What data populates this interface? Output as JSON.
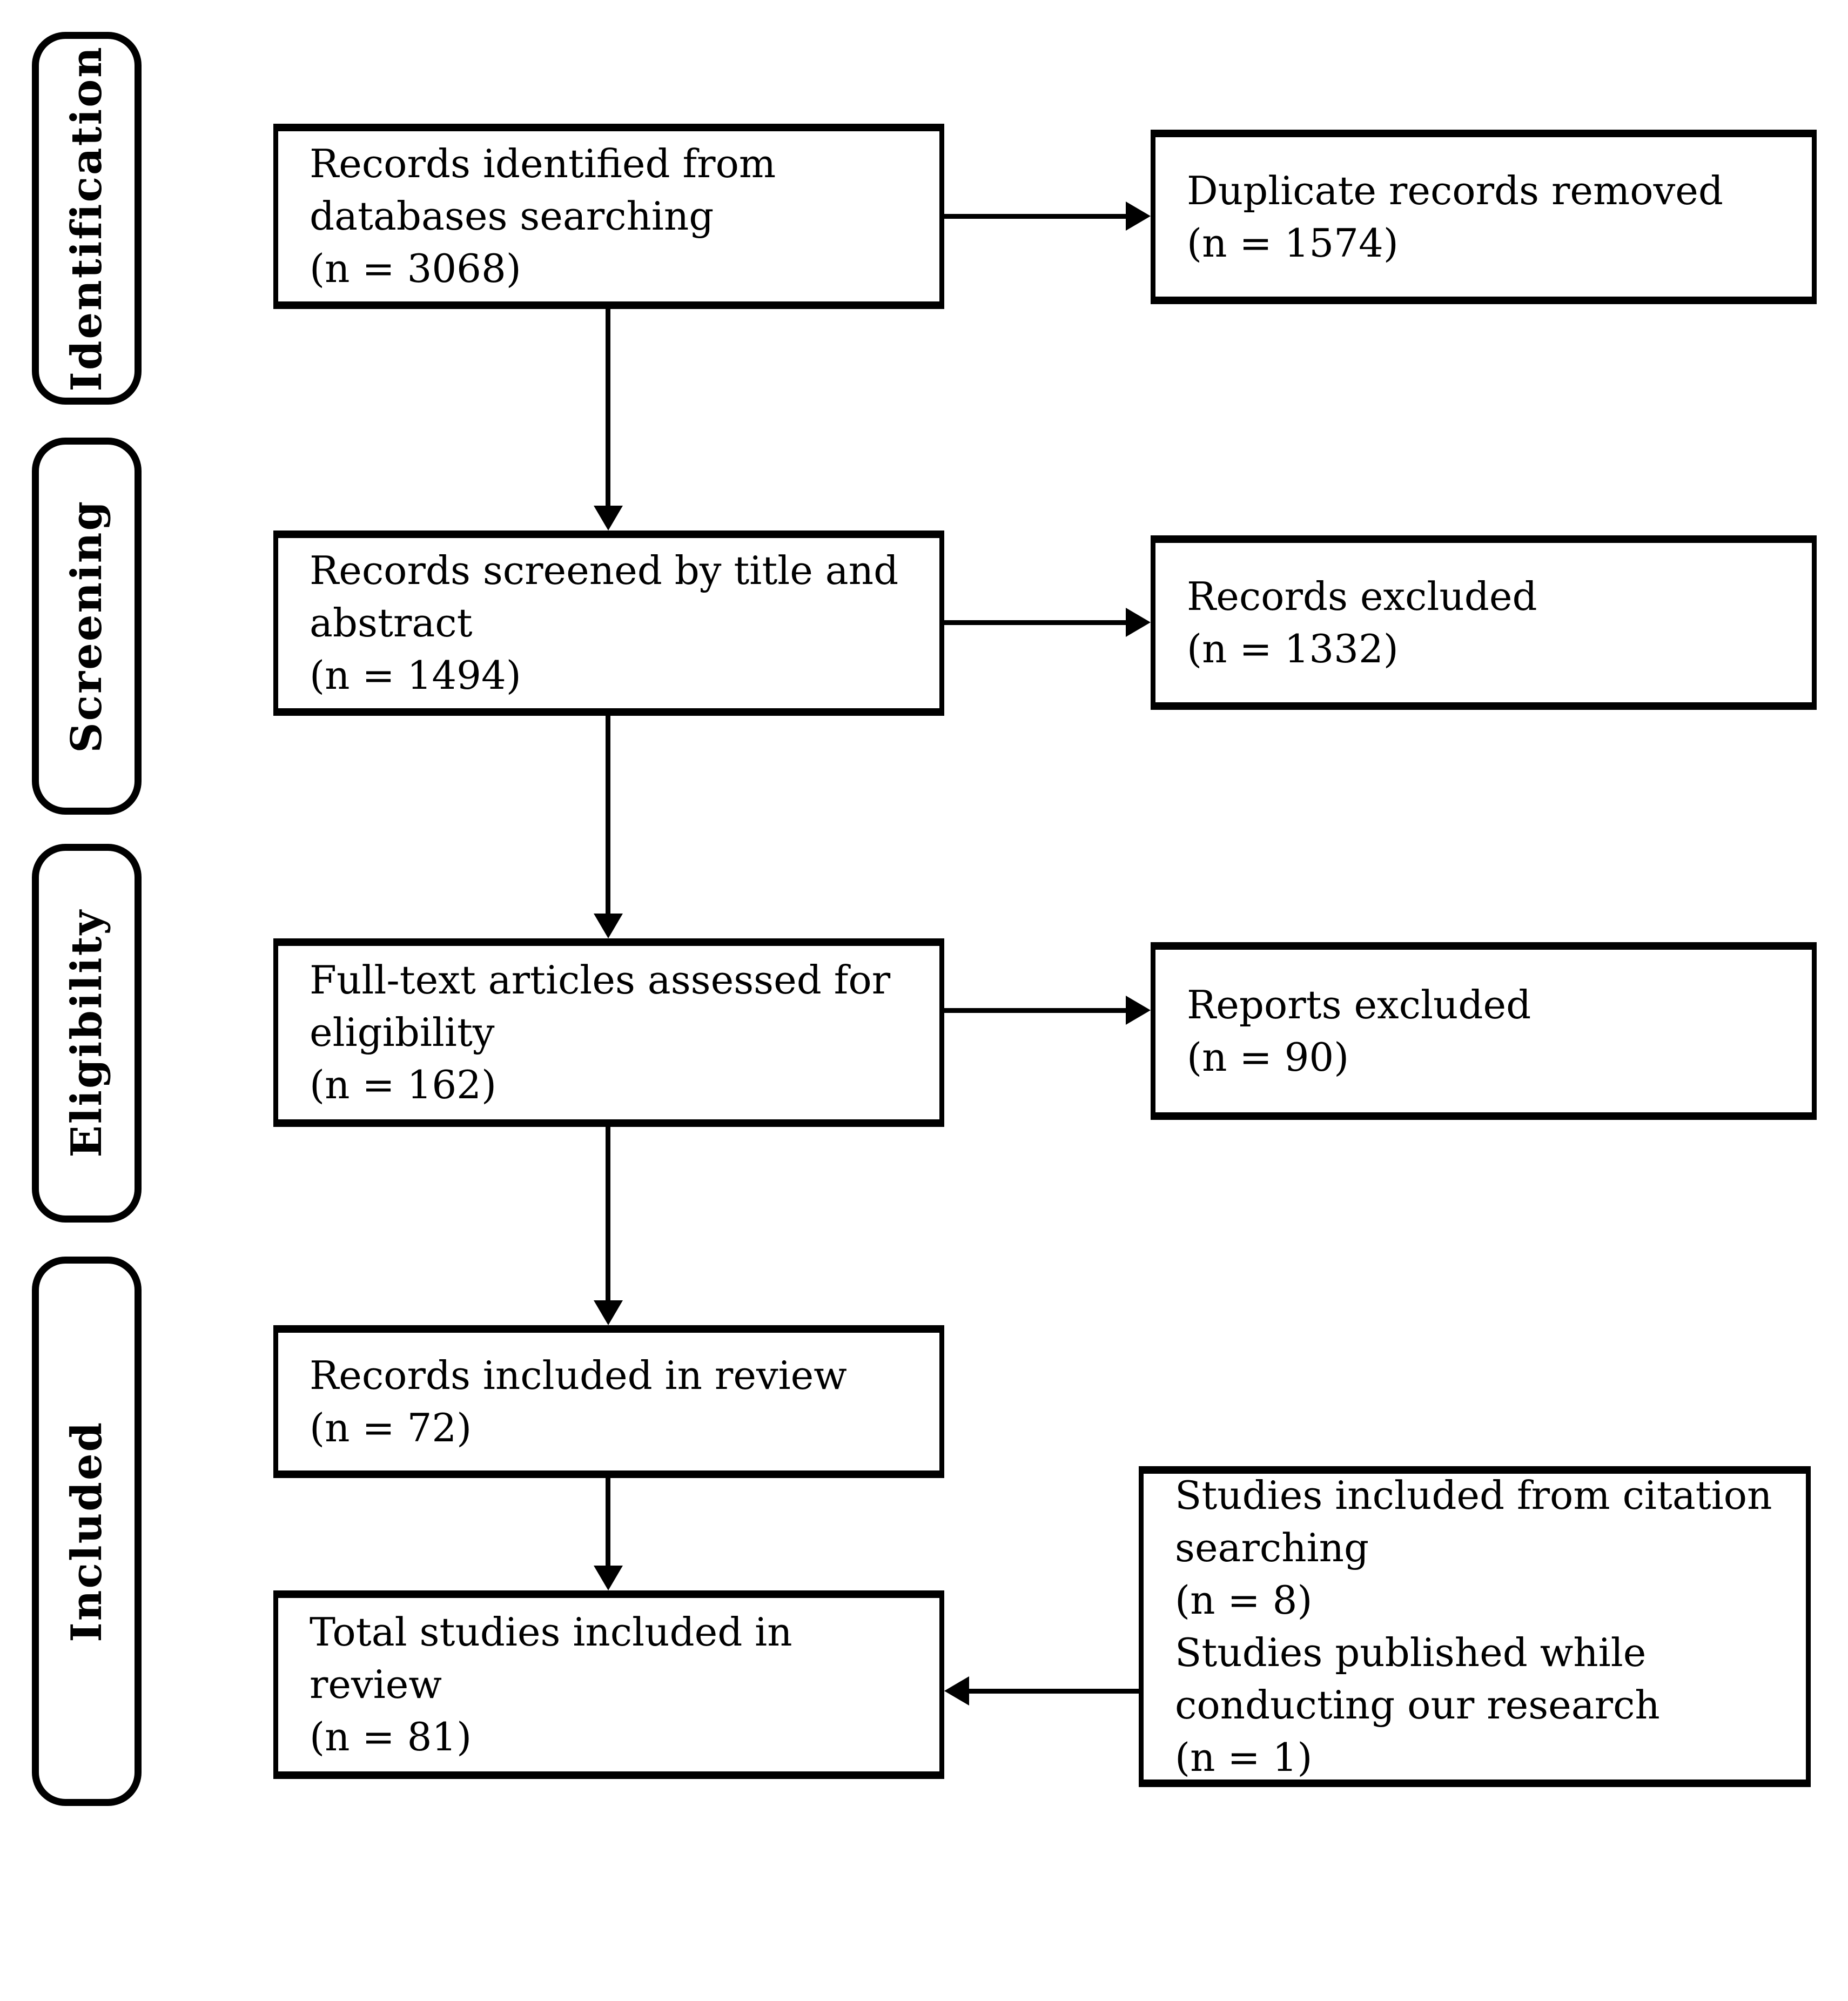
{
  "diagram": {
    "stage_labels": [
      "Identification",
      "Screening",
      "Eligibility",
      "Included"
    ],
    "main_boxes": [
      {
        "name": "records-identified",
        "text": "Records identified from\ndatabases searching\n(n = 3068)"
      },
      {
        "name": "records-screened",
        "text": "Records screened by title and\nabstract\n(n = 1494)"
      },
      {
        "name": "fulltext-assessed",
        "text": "Full-text articles assessed for\neligibility\n(n = 162)"
      },
      {
        "name": "records-included",
        "text": "Records included in review\n(n = 72)"
      },
      {
        "name": "total-included",
        "text": "Total studies included in review\n(n = 81)"
      }
    ],
    "side_boxes": [
      {
        "name": "duplicates-removed",
        "text": "Duplicate records removed\n(n = 1574)"
      },
      {
        "name": "records-excluded",
        "text": "Records excluded\n(n = 1332)"
      },
      {
        "name": "reports-excluded",
        "text": "Reports excluded\n(n = 90)"
      },
      {
        "name": "citation-and-new-studies",
        "text": "Studies included from citation\nsearching\n(n = 8)\nStudies published while\nconducting our research\n(n = 1)"
      }
    ],
    "colors": {
      "line": "#000000",
      "box_fill": "#ffffff",
      "background": "#ffffff",
      "text": "#000000"
    }
  }
}
